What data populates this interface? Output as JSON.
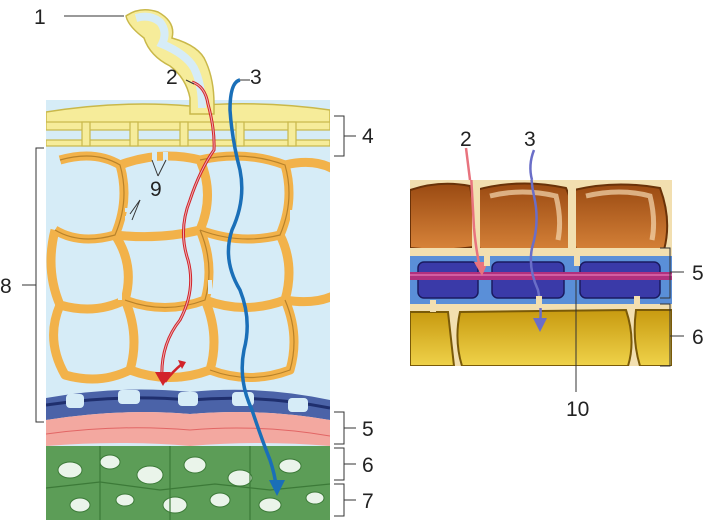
{
  "labels": {
    "l1": "1",
    "l2_left": "2",
    "l3_left": "3",
    "l4": "4",
    "l5_left": "5",
    "l6_left": "6",
    "l7": "7",
    "l8": "8",
    "l9": "9",
    "l2_right": "2",
    "l3_right": "3",
    "l5_right": "5",
    "l6_right": "6",
    "l10": "10"
  },
  "colors": {
    "cytoplasm": "#d6ecf7",
    "cell_wall": "#f2b24a",
    "cell_wall_outline": "#b8822a",
    "epidermis_wall": "#f6ec9a",
    "endodermis": "#4b63a8",
    "endodermis_dark": "#1f2f6e",
    "pericycle": "#f3a8a0",
    "stele": "#5c9d57",
    "stele_lumen": "#eaf4ea",
    "symplast_path": "#d2232a",
    "apoplast_path": "#1a6fb8",
    "cortex_brown": "#b8621e",
    "xylem_yellow": "#d8b21c",
    "casparian": "#b0307e",
    "right_path_pink": "#e8737e",
    "right_path_blue": "#6a6ec8"
  }
}
